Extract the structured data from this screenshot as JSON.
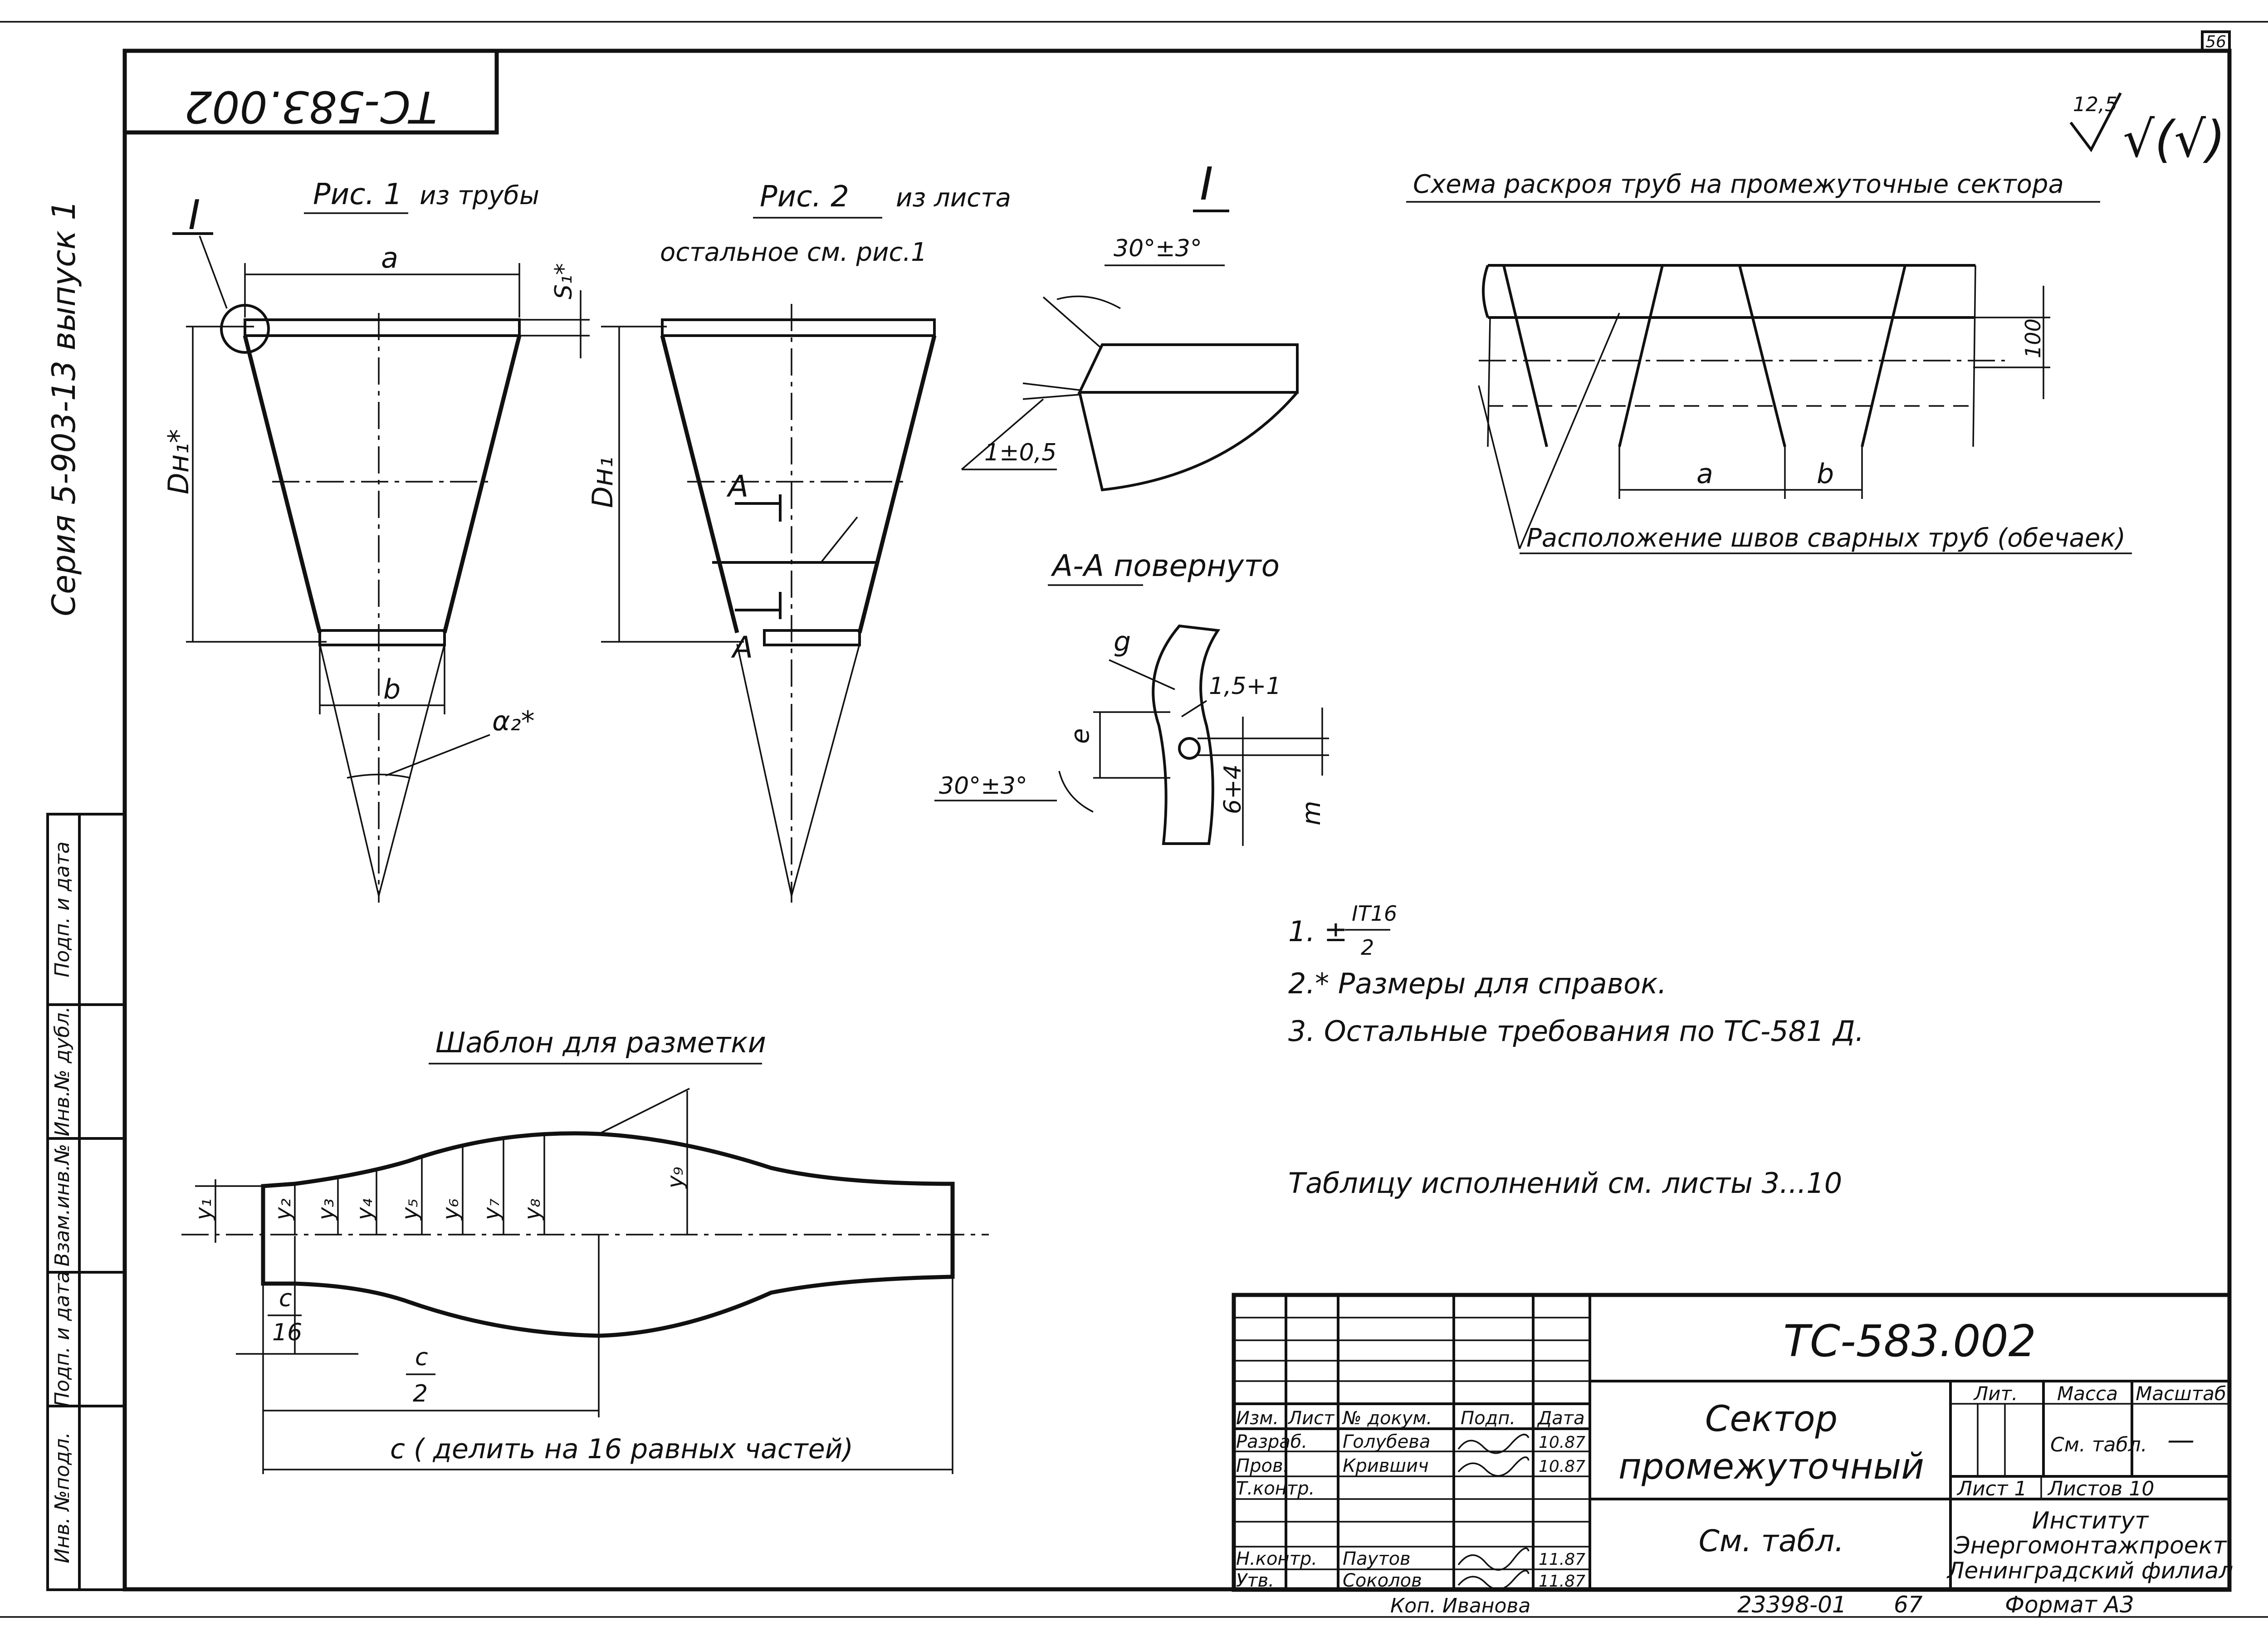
{
  "sheet_number": "56",
  "stamp_rotated": "ТС-583.002",
  "side_series": "Серия 5-903-13 выпуск 1",
  "left_strip": [
    "Подп. и дата",
    "Инв.№ дубл.",
    "Взам.инв.№",
    "Подп. и дата",
    "Инв. №подл."
  ],
  "roughness": {
    "value": "12,5",
    "symbol": "√(√)"
  },
  "fig1": {
    "title": "Рис. 1",
    "subtitle": "из трубы",
    "marker": "I",
    "a": "a",
    "s": "S₁*",
    "dn": "Dн₁*",
    "b": "b",
    "alpha": "α₂*"
  },
  "fig2": {
    "title": "Рис. 2",
    "subtitle": "из листа",
    "note": "остальное см. рис.1",
    "dn": "Dн₁",
    "sec": "A"
  },
  "detail1": {
    "marker": "I",
    "angle": "30°±3°",
    "dim": "1±0,5"
  },
  "sectionAA": {
    "title": "А-А повернуто",
    "g": "g",
    "d1": "1,5+1",
    "e": "e",
    "angle": "30°±3°",
    "d2": "6+4",
    "m": "m"
  },
  "scheme": {
    "title": "Схема раскроя труб на промежуточные сектора",
    "dim100": "100",
    "a": "a",
    "b": "b",
    "label": "Расположение швов сварных труб (обечаек)"
  },
  "notes": {
    "n1_prefix": "1. ±",
    "n1_num": "IT16",
    "n1_den": "2",
    "n2": "2.* Размеры для справок.",
    "n3": "3. Остальные требования по ТС-581 Д."
  },
  "table_ref": "Таблицу исполнений см. листы 3...10",
  "template": {
    "title": "Шаблон для разметки",
    "y_labels": [
      "y₁",
      "y₂",
      "y₃",
      "y₄",
      "y₅",
      "y₆",
      "y₇",
      "y₈",
      "y₉"
    ],
    "c16_num": "c",
    "c16_den": "16",
    "c2_num": "c",
    "c2_den": "2",
    "c_full": "c ( делить на 16 равных частей)"
  },
  "title_block": {
    "code": "ТС-583.002",
    "name_line1": "Сектор",
    "name_line2": "промежуточный",
    "material": "См. табл.",
    "col_headers": [
      "Изм.",
      "Лист",
      "№ докум.",
      "Подп.",
      "Дата"
    ],
    "rows": [
      {
        "role": "Разраб.",
        "name": "Голубева",
        "date": "10.87"
      },
      {
        "role": "Пров.",
        "name": "Крившич",
        "date": "10.87"
      },
      {
        "role": "Т.контр.",
        "name": "",
        "date": ""
      },
      {
        "role": "",
        "name": "",
        "date": ""
      },
      {
        "role": "Н.контр.",
        "name": "Паутов",
        "date": "11.87"
      },
      {
        "role": "Утв.",
        "name": "Соколов",
        "date": "11.87"
      }
    ],
    "lit": "Лит.",
    "mass": "Масса",
    "scale": "Масштаб",
    "mass_value": "См. табл.",
    "scale_value": "—",
    "sheet": "Лист 1",
    "sheets": "Листов 10",
    "org1": "Институт",
    "org2": "Энергомонтажпроект",
    "org3": "Ленинградский филиал"
  },
  "footer": {
    "copied": "Коп. Иванова",
    "number": "23398-01",
    "page": "67",
    "format": "Формат А3"
  }
}
